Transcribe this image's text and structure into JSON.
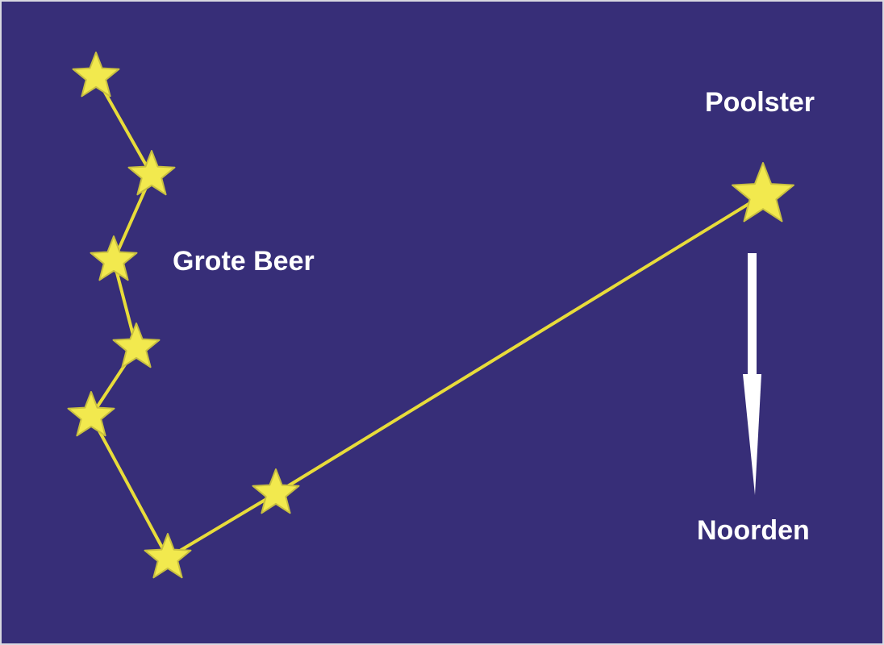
{
  "diagram": {
    "background_color": "#372e78",
    "star_color": "#f2e94e",
    "star_edge_color": "#c9c040",
    "line_color": "#e8dc3a",
    "text_color": "#ffffff",
    "arrow_color": "#ffffff",
    "labels": {
      "big_dipper": "Grote Beer",
      "pole_star": "Poolster",
      "north": "Noorden"
    },
    "icons": {
      "star": "star-icon",
      "arrow": "arrow-down-icon"
    }
  }
}
